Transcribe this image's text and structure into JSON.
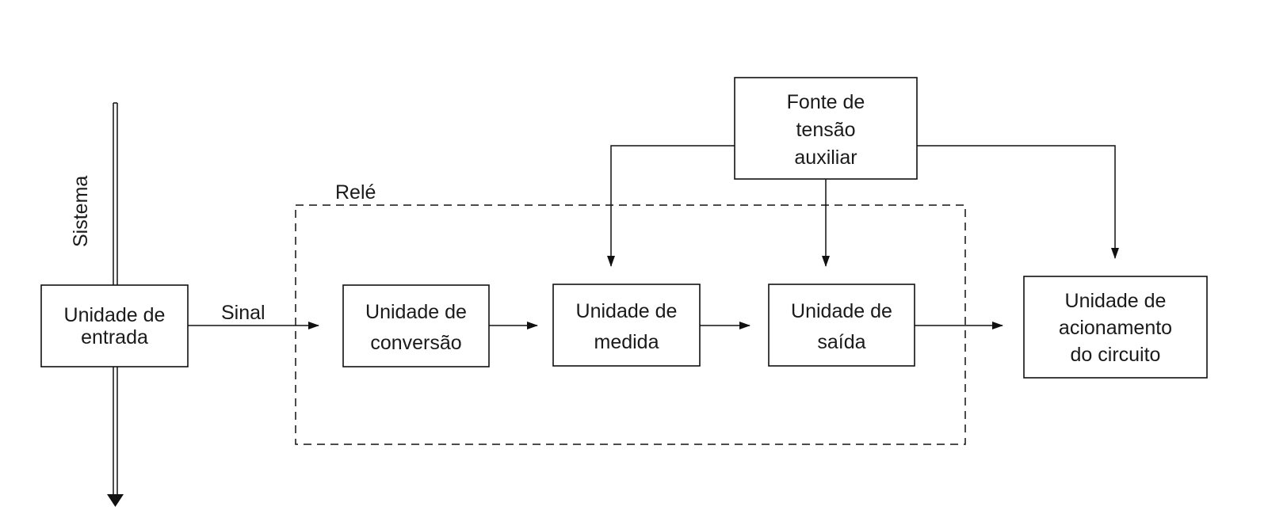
{
  "diagram": {
    "system_label": "Sistema",
    "relay_label": "Relé",
    "signal_label": "Sinal",
    "input_unit": {
      "line1": "Unidade de",
      "line2": "entrada"
    },
    "conversion_unit": {
      "line1": "Unidade de",
      "line2": "conversão"
    },
    "measurement_unit": {
      "line1": "Unidade de",
      "line2": "medida"
    },
    "output_unit": {
      "line1": "Unidade de",
      "line2": "saída"
    },
    "auxiliary_source": {
      "line1": "Fonte de",
      "line2": "tensão",
      "line3": "auxiliar"
    },
    "actuation_unit": {
      "line1": "Unidade de",
      "line2": "acionamento",
      "line3": "do circuito"
    }
  }
}
